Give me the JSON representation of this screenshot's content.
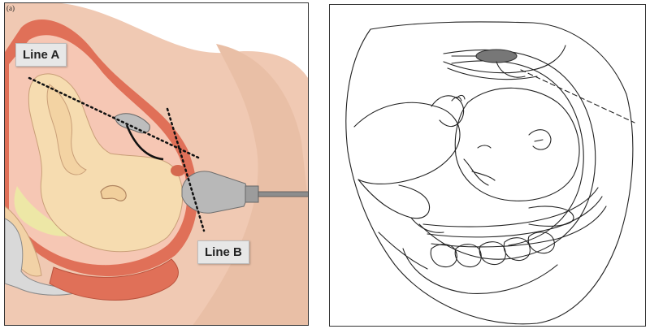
{
  "panel_a": {
    "tag": "(a)",
    "line_a_label": "Line A",
    "line_b_label": "Line B"
  },
  "colors": {
    "maternal_tissue": "#e8ab95",
    "uterine_wall": "#e07058",
    "fetal_skin": "#f6dcb0",
    "probe_metal": "#b8b8b8",
    "cord_gel": "#ede7a6",
    "scanned_region": "#777777"
  }
}
